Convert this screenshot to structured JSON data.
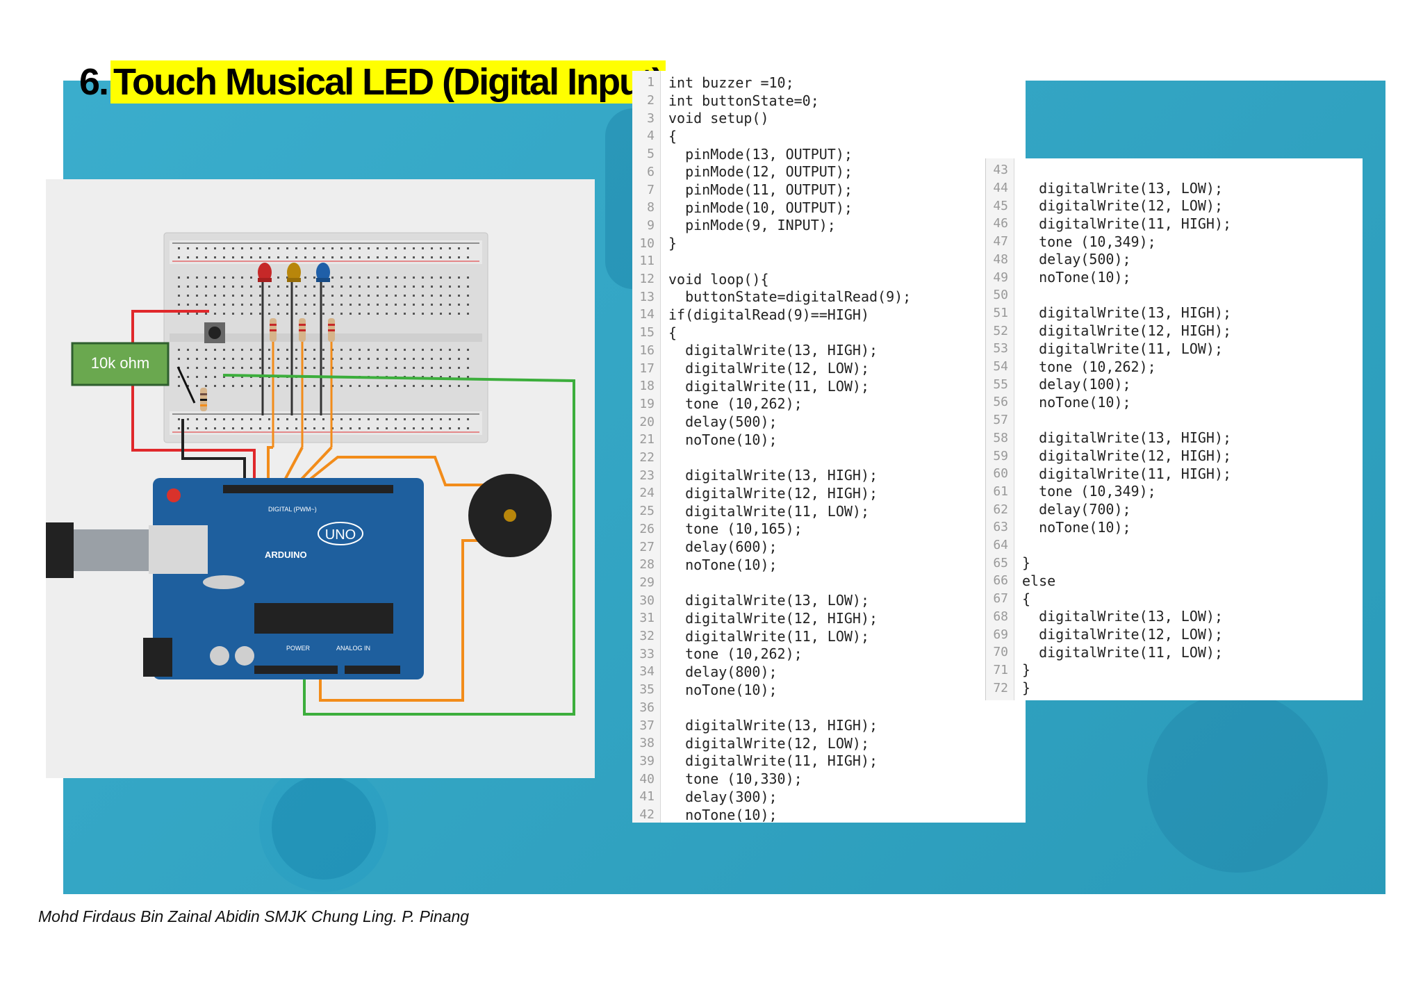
{
  "title": {
    "number": "6.",
    "text": "Touch Musical LED (Digital Input)"
  },
  "circuit": {
    "resistor_label": "10k ohm",
    "board_label": "UNO",
    "brand_label": "ARDUINO",
    "digital_label": "DIGITAL (PWM~)",
    "power_label": "POWER",
    "analog_label": "ANALOG IN"
  },
  "code_left": [
    {
      "n": "1",
      "t": "int buzzer =10;"
    },
    {
      "n": "2",
      "t": "int buttonState=0;"
    },
    {
      "n": "3",
      "t": "void setup()"
    },
    {
      "n": "4",
      "t": "{"
    },
    {
      "n": "5",
      "t": "  pinMode(13, OUTPUT);"
    },
    {
      "n": "6",
      "t": "  pinMode(12, OUTPUT);"
    },
    {
      "n": "7",
      "t": "  pinMode(11, OUTPUT);"
    },
    {
      "n": "8",
      "t": "  pinMode(10, OUTPUT);"
    },
    {
      "n": "9",
      "t": "  pinMode(9, INPUT);"
    },
    {
      "n": "10",
      "t": "}"
    },
    {
      "n": "11",
      "t": ""
    },
    {
      "n": "12",
      "t": "void loop(){"
    },
    {
      "n": "13",
      "t": "  buttonState=digitalRead(9);"
    },
    {
      "n": "14",
      "t": "if(digitalRead(9)==HIGH)"
    },
    {
      "n": "15",
      "t": "{"
    },
    {
      "n": "16",
      "t": "  digitalWrite(13, HIGH);"
    },
    {
      "n": "17",
      "t": "  digitalWrite(12, LOW);"
    },
    {
      "n": "18",
      "t": "  digitalWrite(11, LOW);"
    },
    {
      "n": "19",
      "t": "  tone (10,262);"
    },
    {
      "n": "20",
      "t": "  delay(500);"
    },
    {
      "n": "21",
      "t": "  noTone(10);"
    },
    {
      "n": "22",
      "t": ""
    },
    {
      "n": "23",
      "t": "  digitalWrite(13, HIGH);"
    },
    {
      "n": "24",
      "t": "  digitalWrite(12, HIGH);"
    },
    {
      "n": "25",
      "t": "  digitalWrite(11, LOW);"
    },
    {
      "n": "26",
      "t": "  tone (10,165);"
    },
    {
      "n": "27",
      "t": "  delay(600);"
    },
    {
      "n": "28",
      "t": "  noTone(10);"
    },
    {
      "n": "29",
      "t": ""
    },
    {
      "n": "30",
      "t": "  digitalWrite(13, LOW);"
    },
    {
      "n": "31",
      "t": "  digitalWrite(12, HIGH);"
    },
    {
      "n": "32",
      "t": "  digitalWrite(11, LOW);"
    },
    {
      "n": "33",
      "t": "  tone (10,262);"
    },
    {
      "n": "34",
      "t": "  delay(800);"
    },
    {
      "n": "35",
      "t": "  noTone(10);"
    },
    {
      "n": "36",
      "t": ""
    },
    {
      "n": "37",
      "t": "  digitalWrite(13, HIGH);"
    },
    {
      "n": "38",
      "t": "  digitalWrite(12, LOW);"
    },
    {
      "n": "39",
      "t": "  digitalWrite(11, HIGH);"
    },
    {
      "n": "40",
      "t": "  tone (10,330);"
    },
    {
      "n": "41",
      "t": "  delay(300);"
    },
    {
      "n": "42",
      "t": "  noTone(10);"
    }
  ],
  "code_right": [
    {
      "n": "43",
      "t": ""
    },
    {
      "n": "44",
      "t": "  digitalWrite(13, LOW);"
    },
    {
      "n": "45",
      "t": "  digitalWrite(12, LOW);"
    },
    {
      "n": "46",
      "t": "  digitalWrite(11, HIGH);"
    },
    {
      "n": "47",
      "t": "  tone (10,349);"
    },
    {
      "n": "48",
      "t": "  delay(500);"
    },
    {
      "n": "49",
      "t": "  noTone(10);"
    },
    {
      "n": "50",
      "t": ""
    },
    {
      "n": "51",
      "t": "  digitalWrite(13, HIGH);"
    },
    {
      "n": "52",
      "t": "  digitalWrite(12, HIGH);"
    },
    {
      "n": "53",
      "t": "  digitalWrite(11, LOW);"
    },
    {
      "n": "54",
      "t": "  tone (10,262);"
    },
    {
      "n": "55",
      "t": "  delay(100);"
    },
    {
      "n": "56",
      "t": "  noTone(10);"
    },
    {
      "n": "57",
      "t": ""
    },
    {
      "n": "58",
      "t": "  digitalWrite(13, HIGH);"
    },
    {
      "n": "59",
      "t": "  digitalWrite(12, HIGH);"
    },
    {
      "n": "60",
      "t": "  digitalWrite(11, HIGH);"
    },
    {
      "n": "61",
      "t": "  tone (10,349);"
    },
    {
      "n": "62",
      "t": "  delay(700);"
    },
    {
      "n": "63",
      "t": "  noTone(10);"
    },
    {
      "n": "64",
      "t": ""
    },
    {
      "n": "65",
      "t": "}"
    },
    {
      "n": "66",
      "t": "else"
    },
    {
      "n": "67",
      "t": "{"
    },
    {
      "n": "68",
      "t": "  digitalWrite(13, LOW);"
    },
    {
      "n": "69",
      "t": "  digitalWrite(12, LOW);"
    },
    {
      "n": "70",
      "t": "  digitalWrite(11, LOW);"
    },
    {
      "n": "71",
      "t": "}"
    },
    {
      "n": "72",
      "t": "}"
    }
  ],
  "footer": "Mohd Firdaus Bin Zainal Abidin SMJK Chung Ling. P. Pinang",
  "colors": {
    "highlight": "#ffff00",
    "background_panel": "#2ea8c9",
    "arduino_blue": "#1e5f9e",
    "wire_red": "#e0282b",
    "wire_orange": "#f28c1a",
    "wire_green": "#3cae3c",
    "resistor_label_bg": "#6aa84f"
  }
}
